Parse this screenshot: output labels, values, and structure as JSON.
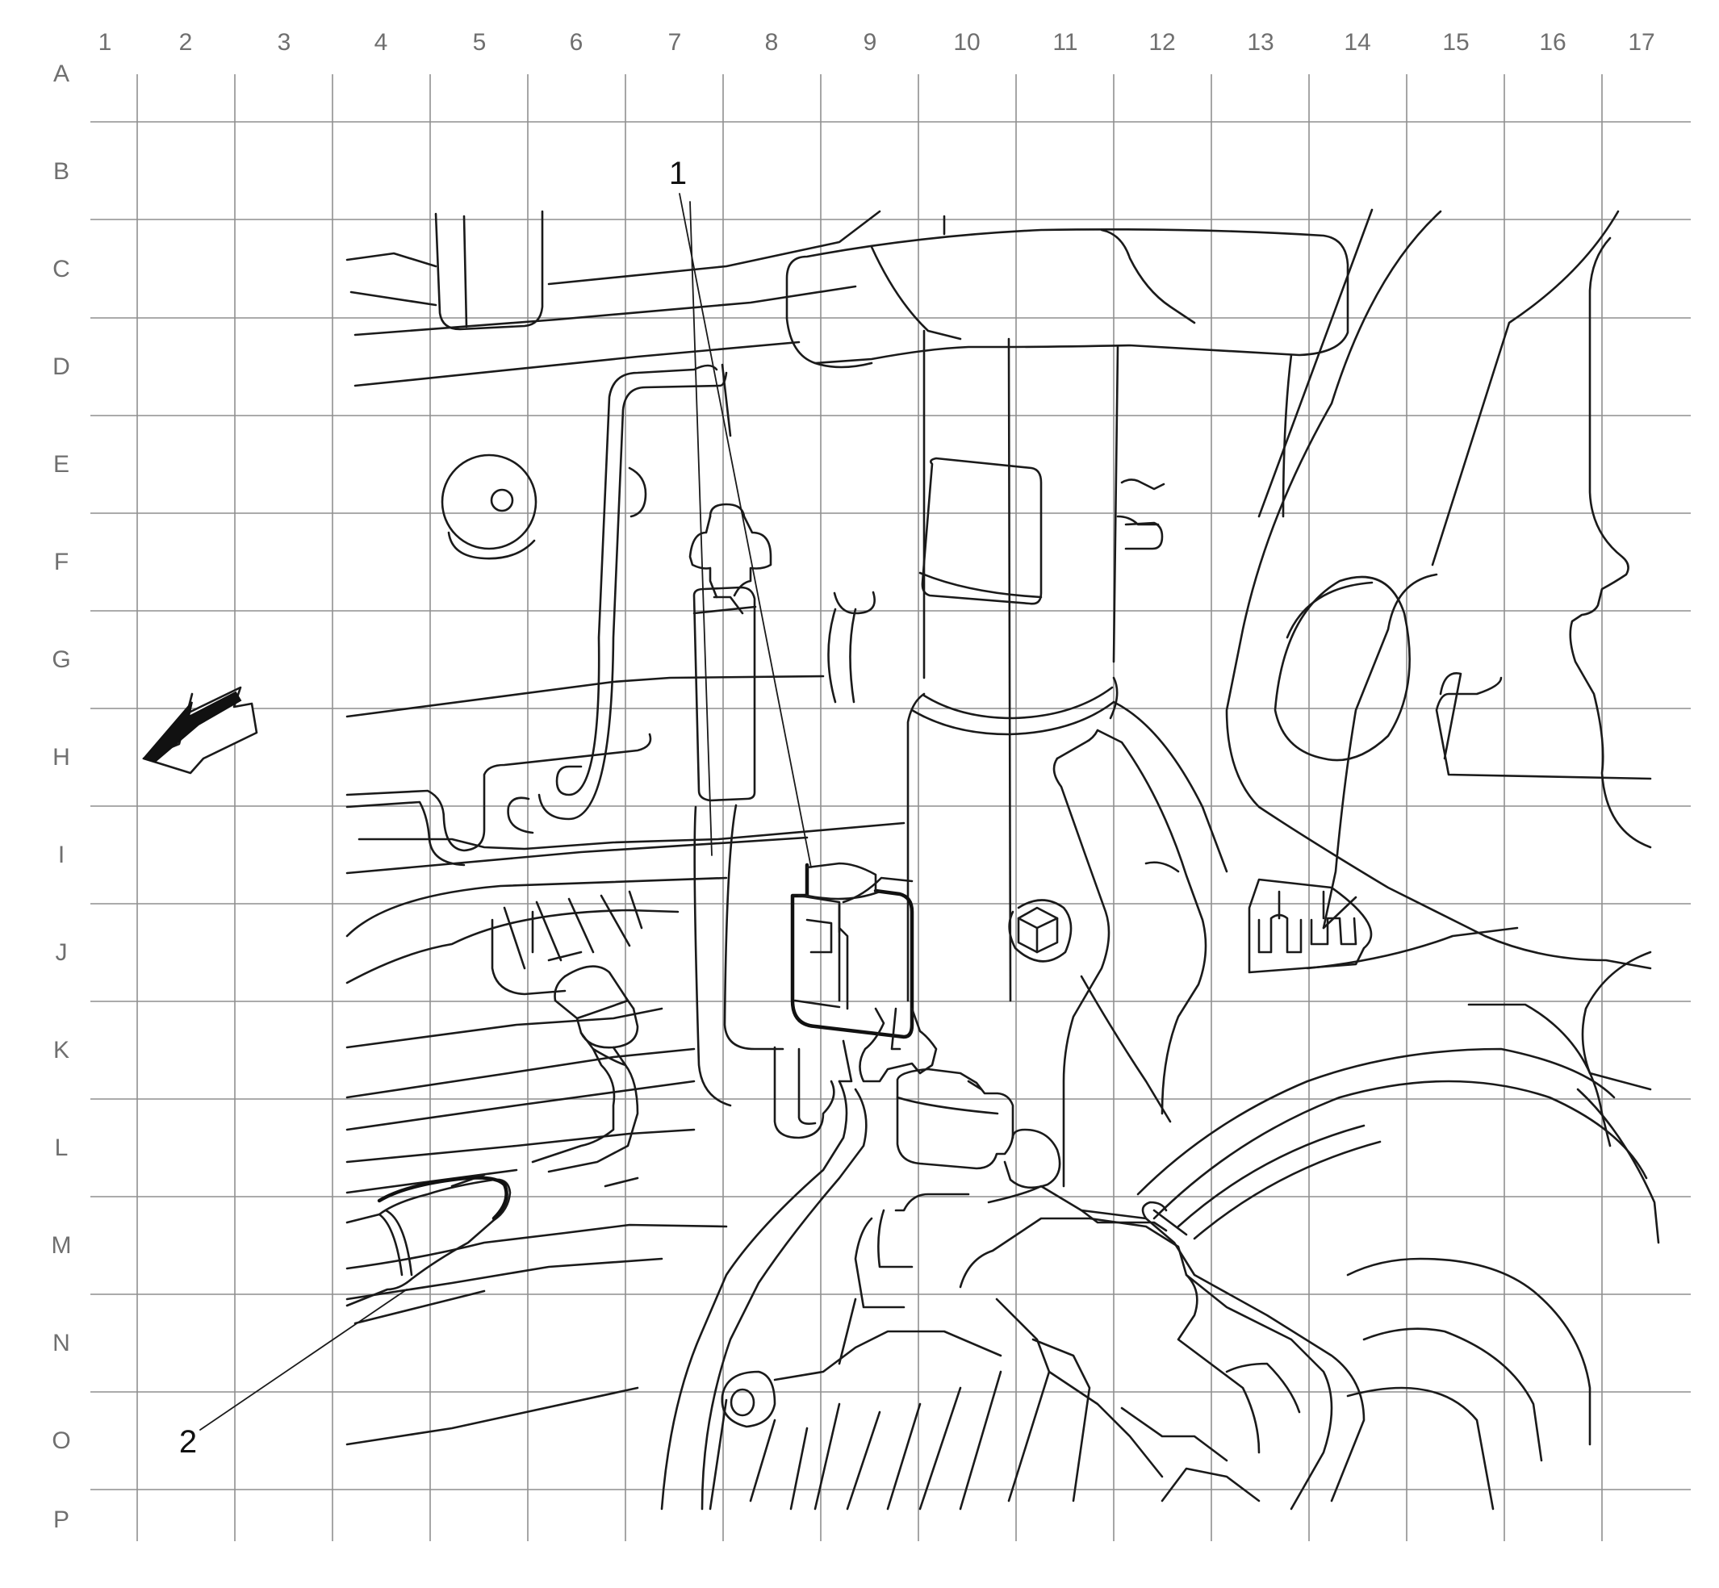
{
  "grid": {
    "columns": [
      "1",
      "2",
      "3",
      "4",
      "5",
      "6",
      "7",
      "8",
      "9",
      "10",
      "11",
      "12",
      "13",
      "14",
      "15",
      "16",
      "17"
    ],
    "rows": [
      "A",
      "B",
      "C",
      "D",
      "E",
      "F",
      "G",
      "H",
      "I",
      "J",
      "K",
      "L",
      "M",
      "N",
      "O",
      "P"
    ]
  },
  "callouts": [
    {
      "id": "1",
      "label": "1"
    },
    {
      "id": "2",
      "label": "2"
    }
  ],
  "icons": {
    "direction_arrow": "forward-direction-arrow-icon"
  }
}
